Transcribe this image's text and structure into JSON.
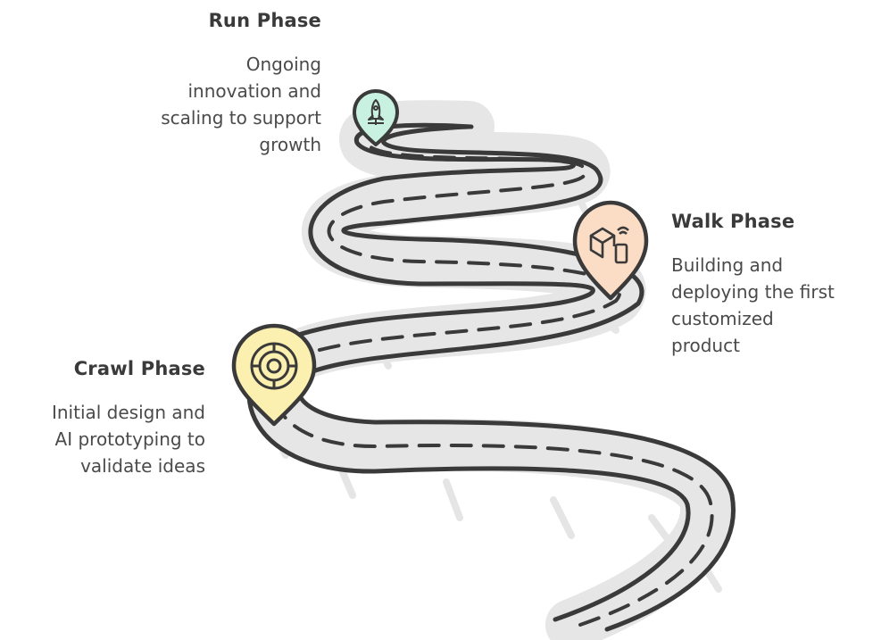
{
  "phases": {
    "run": {
      "title": "Run Phase",
      "lines": [
        "Ongoing",
        "innovation and",
        "scaling to support",
        "growth"
      ],
      "icon": "rocket-icon",
      "color": "#c8f1e1"
    },
    "walk": {
      "title": "Walk Phase",
      "lines": [
        "Building and",
        "deploying the first",
        "customized",
        "product"
      ],
      "icon": "package-phone-icon",
      "color": "#fbdcc5"
    },
    "crawl": {
      "title": "Crawl Phase",
      "lines": [
        "Initial design and",
        "AI prototyping to",
        "validate ideas"
      ],
      "icon": "target-icon",
      "color": "#fcf0b0"
    }
  },
  "colors": {
    "road": "#e6e6e6",
    "road_shadow": "#e2e2e2",
    "outline": "#3a3a3a"
  }
}
